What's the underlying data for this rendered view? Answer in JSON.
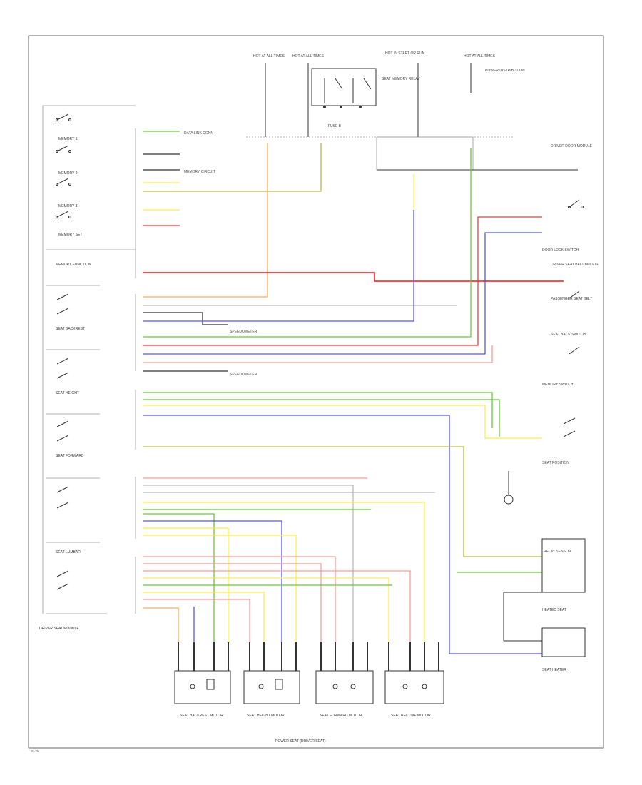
{
  "diagram": {
    "header": {
      "fuse_left_1": "HOT AT ALL TIMES",
      "fuse_left_2": "HOT AT ALL TIMES",
      "fuse_center": "HOT IN START OR RUN",
      "fuse_right": "HOT AT ALL TIMES",
      "relay_label": "SEAT MEMORY RELAY",
      "fuse_b": "FUSE B",
      "power_dist": "POWER DISTRIBUTION"
    },
    "left_switches": [
      "MEMORY 1",
      "MEMORY 2",
      "MEMORY 3",
      "MEMORY SET",
      "MEMORY FUNCTION",
      "SEAT BACKREST",
      "SEAT HEIGHT",
      "SEAT FORWARD",
      "SEAT LUMBAR"
    ],
    "left_bottom_label": "DRIVER SEAT MODULE",
    "middle_notes": {
      "data_link": "DATA LINK CONN",
      "memory_circuit": "MEMORY CIRCUIT",
      "speedo": "SPEEDOMETER"
    },
    "right_labels": [
      "DRIVER DOOR MODULE",
      "DOOR LOCK SWITCH",
      "DRIVER SEAT BELT BUCKLE",
      "PASSENGER SEAT BELT",
      "SEAT BACK SWITCH",
      "MEMORY SWITCH",
      "SEAT POSITION",
      "RELAY SENSOR",
      "HEATED SEAT",
      "SEAT HEATER"
    ],
    "motors": [
      "SEAT BACKREST MOTOR",
      "SEAT HEIGHT MOTOR",
      "SEAT FORWARD MOTOR",
      "SEAT RECLINE MOTOR"
    ],
    "bottom_caption": "POWER SEAT (DRIVER SEAT)",
    "page_code": "0175"
  },
  "colors": {
    "green": "#66cc33",
    "red": "#ff3333",
    "orange": "#ffaa55",
    "blue": "#5555ff",
    "yellow": "#ffee44",
    "gray": "#bbbbbb",
    "pink": "#ff9999",
    "black": "#333333",
    "olive": "#bbbb44"
  }
}
